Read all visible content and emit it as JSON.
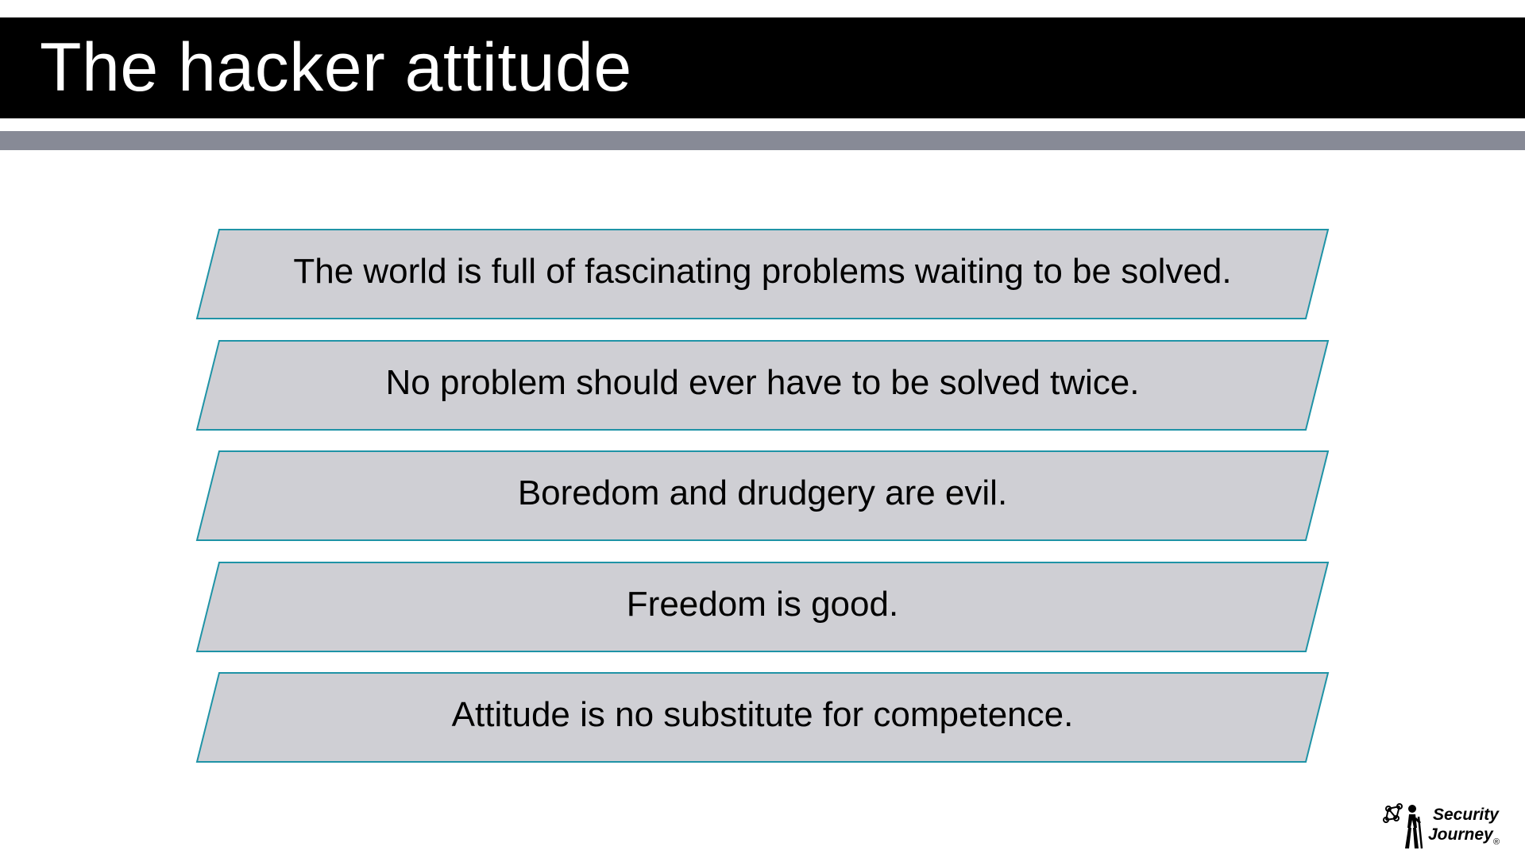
{
  "slide": {
    "title": "The hacker attitude"
  },
  "items": [
    {
      "text": "The world is full of fascinating problems waiting to be solved."
    },
    {
      "text": "No problem should ever have to be solved twice."
    },
    {
      "text": "Boredom and drudgery are evil."
    },
    {
      "text": "Freedom is good."
    },
    {
      "text": "Attitude is no substitute for competence."
    }
  ],
  "logo": {
    "line1": "Security",
    "line2": "Journey",
    "registered": "®",
    "icon": "hiker-network-icon"
  },
  "colors": {
    "title_bar": "#000000",
    "title_text": "#ffffff",
    "gray_band": "#878a96",
    "item_fill": "#cfcfd4",
    "item_border": "#1f93a6"
  }
}
